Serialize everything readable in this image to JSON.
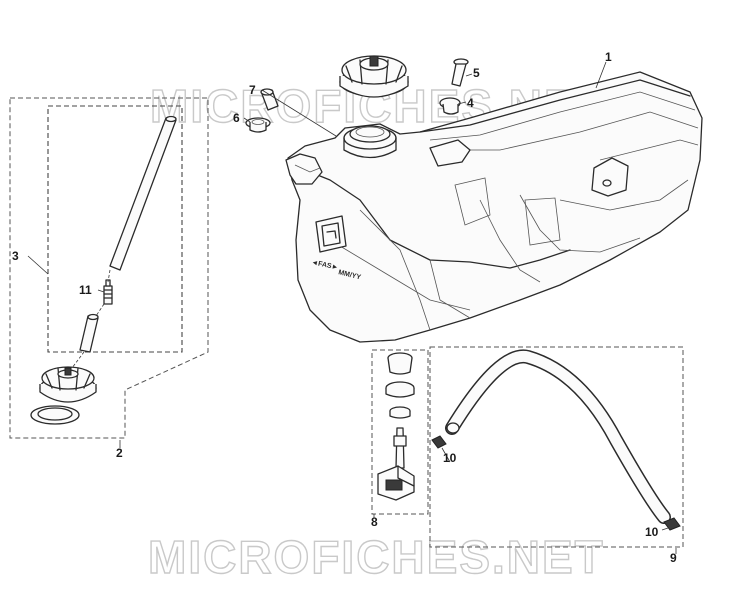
{
  "watermark": "MICROFICHES.NET",
  "tank_markings": {
    "left": "◄FAS►",
    "right": "MM/YY"
  },
  "callouts": [
    "1",
    "2",
    "3",
    "4",
    "5",
    "6",
    "7",
    "8",
    "9",
    "10",
    "10",
    "11"
  ]
}
